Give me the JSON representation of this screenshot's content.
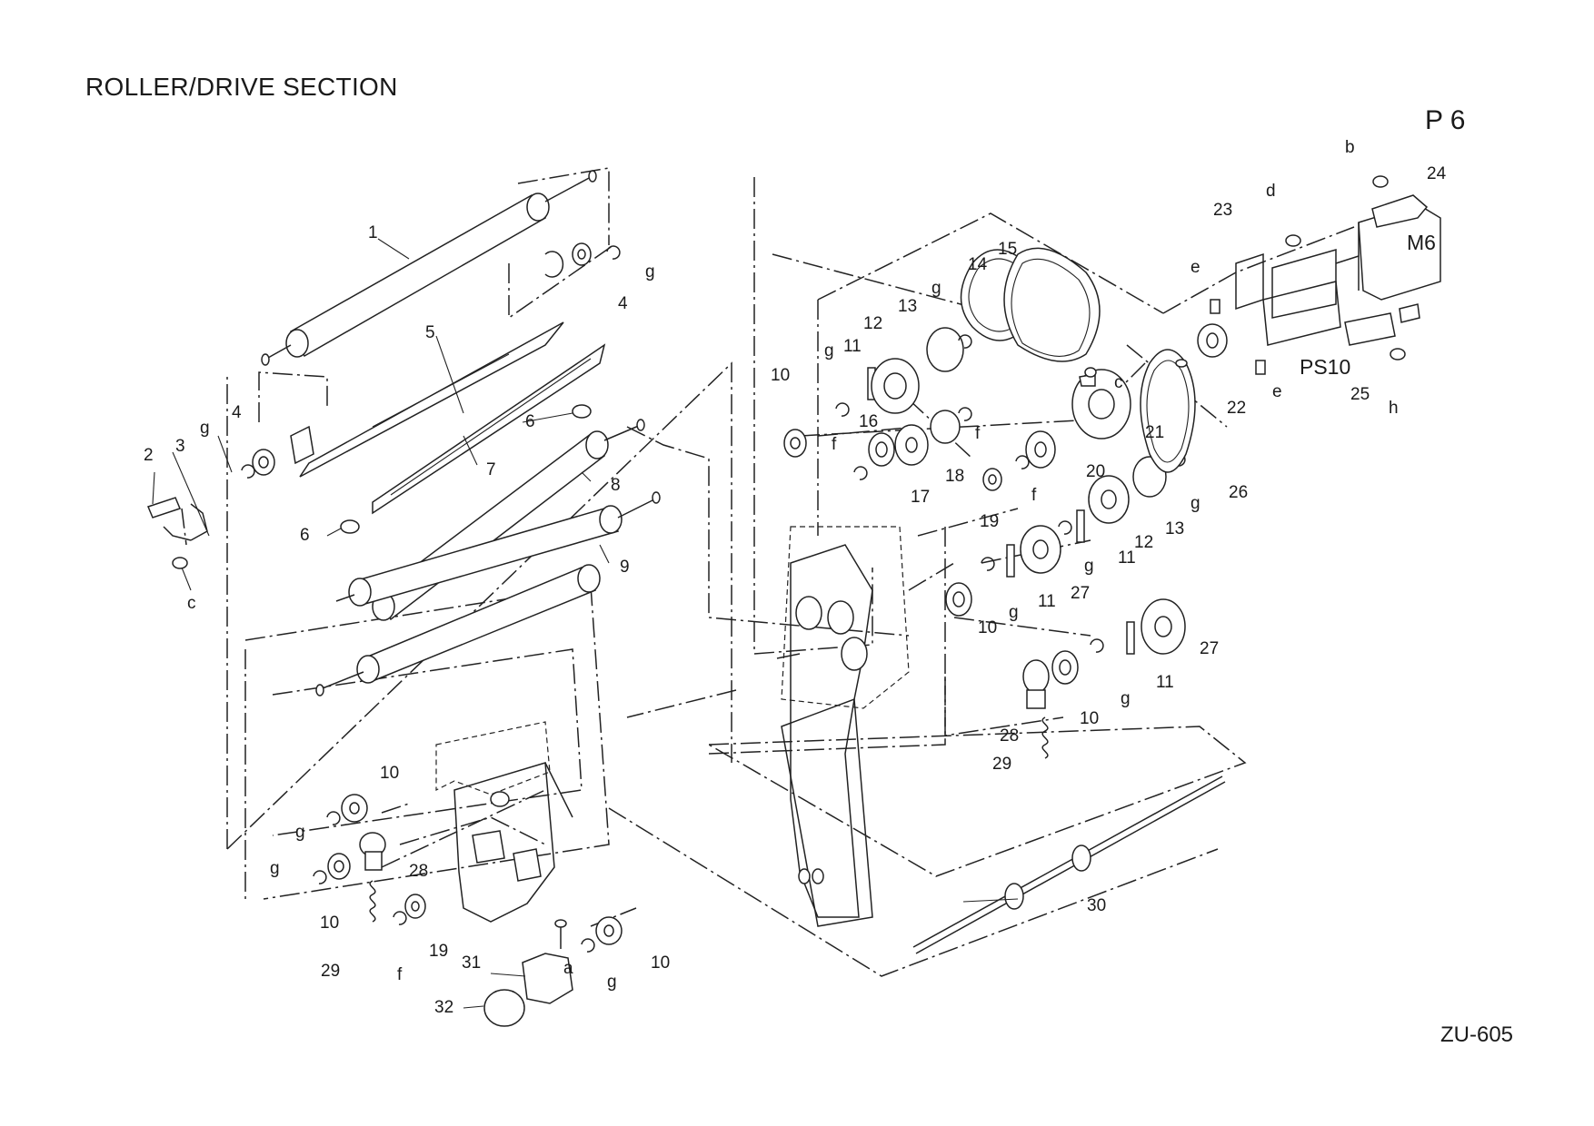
{
  "header": {
    "title": "ROLLER/DRIVE SECTION",
    "page": "P 6"
  },
  "footer": {
    "model": "ZU-605"
  },
  "callouts": {
    "c1": "1",
    "c2": "2",
    "c3": "3",
    "c4a": "4",
    "c4b": "4",
    "c5": "5",
    "c6a": "6",
    "c6b": "6",
    "c7": "7",
    "c8": "8",
    "c9": "9",
    "c10a": "10",
    "c10b": "10",
    "c10c": "10",
    "c10d": "10",
    "c10e": "10",
    "c10f": "10",
    "c11a": "11",
    "c11b": "11",
    "c11c": "11",
    "c11d": "11",
    "c12a": "12",
    "c12b": "12",
    "c13a": "13",
    "c13b": "13",
    "c14": "14",
    "c15": "15",
    "c16": "16",
    "c17": "17",
    "c18": "18",
    "c19a": "19",
    "c19b": "19",
    "c20": "20",
    "c21": "21",
    "c22": "22",
    "c23": "23",
    "c24": "24",
    "c25": "25",
    "c26": "26",
    "c27a": "27",
    "c27b": "27",
    "c28a": "28",
    "c28b": "28",
    "c29a": "29",
    "c29b": "29",
    "c30": "30",
    "c31": "31",
    "c32": "32",
    "a": "a",
    "b": "b",
    "cc1": "c",
    "cc2": "c",
    "d": "d",
    "e1": "e",
    "e2": "e",
    "f1": "f",
    "f2": "f",
    "f3": "f",
    "f4": "f",
    "g1": "g",
    "g2": "g",
    "g3": "g",
    "g4": "g",
    "g5": "g",
    "g6": "g",
    "g7": "g",
    "g8": "g",
    "g9": "g",
    "g10": "g",
    "g11": "g",
    "h": "h",
    "M6": "M6",
    "PS10": "PS10"
  }
}
